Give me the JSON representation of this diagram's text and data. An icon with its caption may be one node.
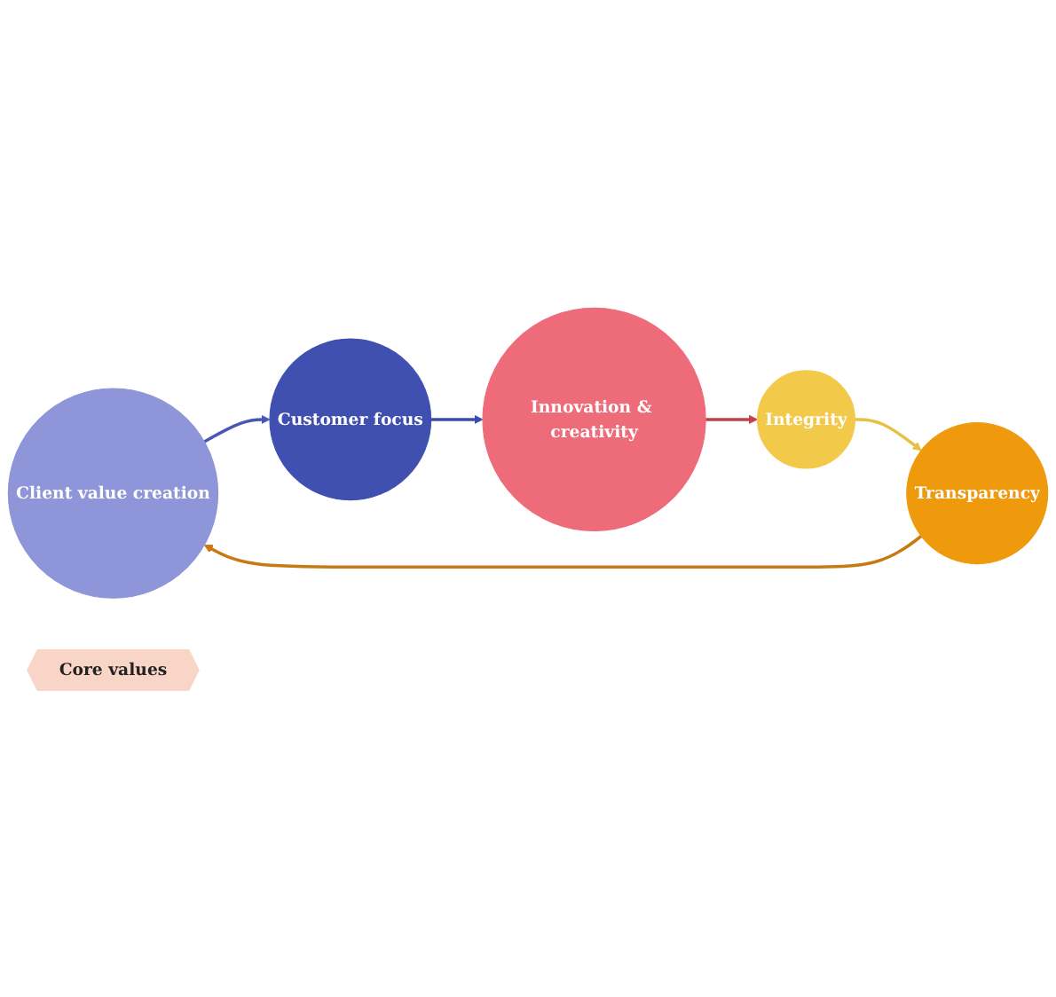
{
  "diagram": {
    "nodes": [
      {
        "text": [
          "Client value creation"
        ]
      },
      {
        "text": [
          "Customer focus"
        ]
      },
      {
        "text": [
          "Innovation & creativity"
        ]
      },
      {
        "text": [
          "Integrity"
        ]
      },
      {
        "text": [
          "Transparency"
        ]
      },
      {
        "text": [
          "Core values"
        ]
      }
    ],
    "edges": [
      {
        "from": 0,
        "to": 1,
        "arrow": "to",
        "color": "#4a55b8"
      },
      {
        "from": 1,
        "to": 2,
        "arrow": "to",
        "color": "#3c4cae"
      },
      {
        "from": 2,
        "to": 3,
        "arrow": "to",
        "color": "#c0404c"
      },
      {
        "from": 3,
        "to": 4,
        "arrow": "to",
        "color": "#e6c040"
      },
      {
        "from": 4,
        "to": 0,
        "arrow": "to",
        "color": "#c87a12"
      }
    ]
  }
}
